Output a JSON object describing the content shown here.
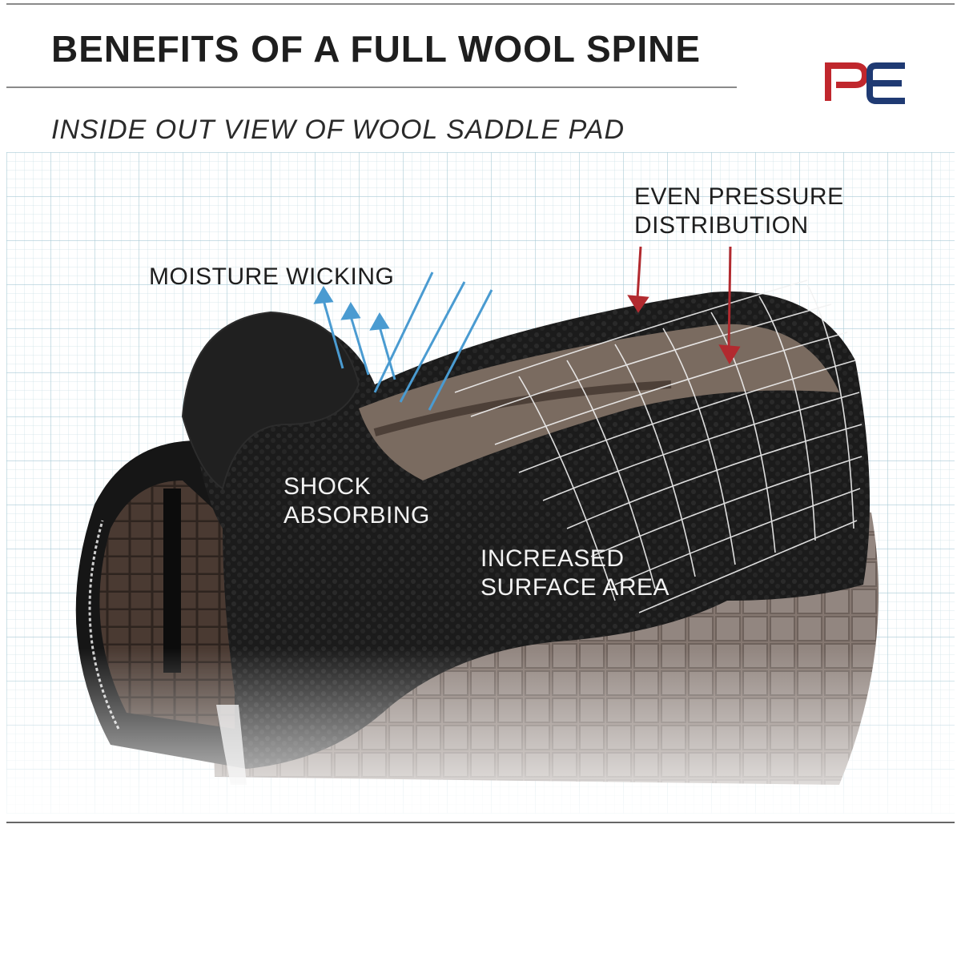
{
  "header": {
    "title": "BENEFITS OF A FULL WOOL SPINE",
    "subtitle": "INSIDE OUT VIEW OF WOOL SADDLE PAD",
    "logo_text": "PE"
  },
  "labels": {
    "moisture": [
      "MOISTURE WICKING"
    ],
    "pressure": [
      "EVEN PRESSURE",
      "DISTRIBUTION"
    ],
    "shock": [
      "SHOCK",
      "ABSORBING"
    ],
    "surface": [
      "INCREASED",
      "SURFACE AREA"
    ]
  },
  "colors": {
    "logo_red": "#c0272d",
    "logo_blue": "#1f3a73",
    "arrow_blue": "#4a9bd1",
    "arrow_red": "#b22a2f",
    "wool": "#1c1c1c",
    "suede": "#7a6b60",
    "quilt": "#8a7e78"
  }
}
